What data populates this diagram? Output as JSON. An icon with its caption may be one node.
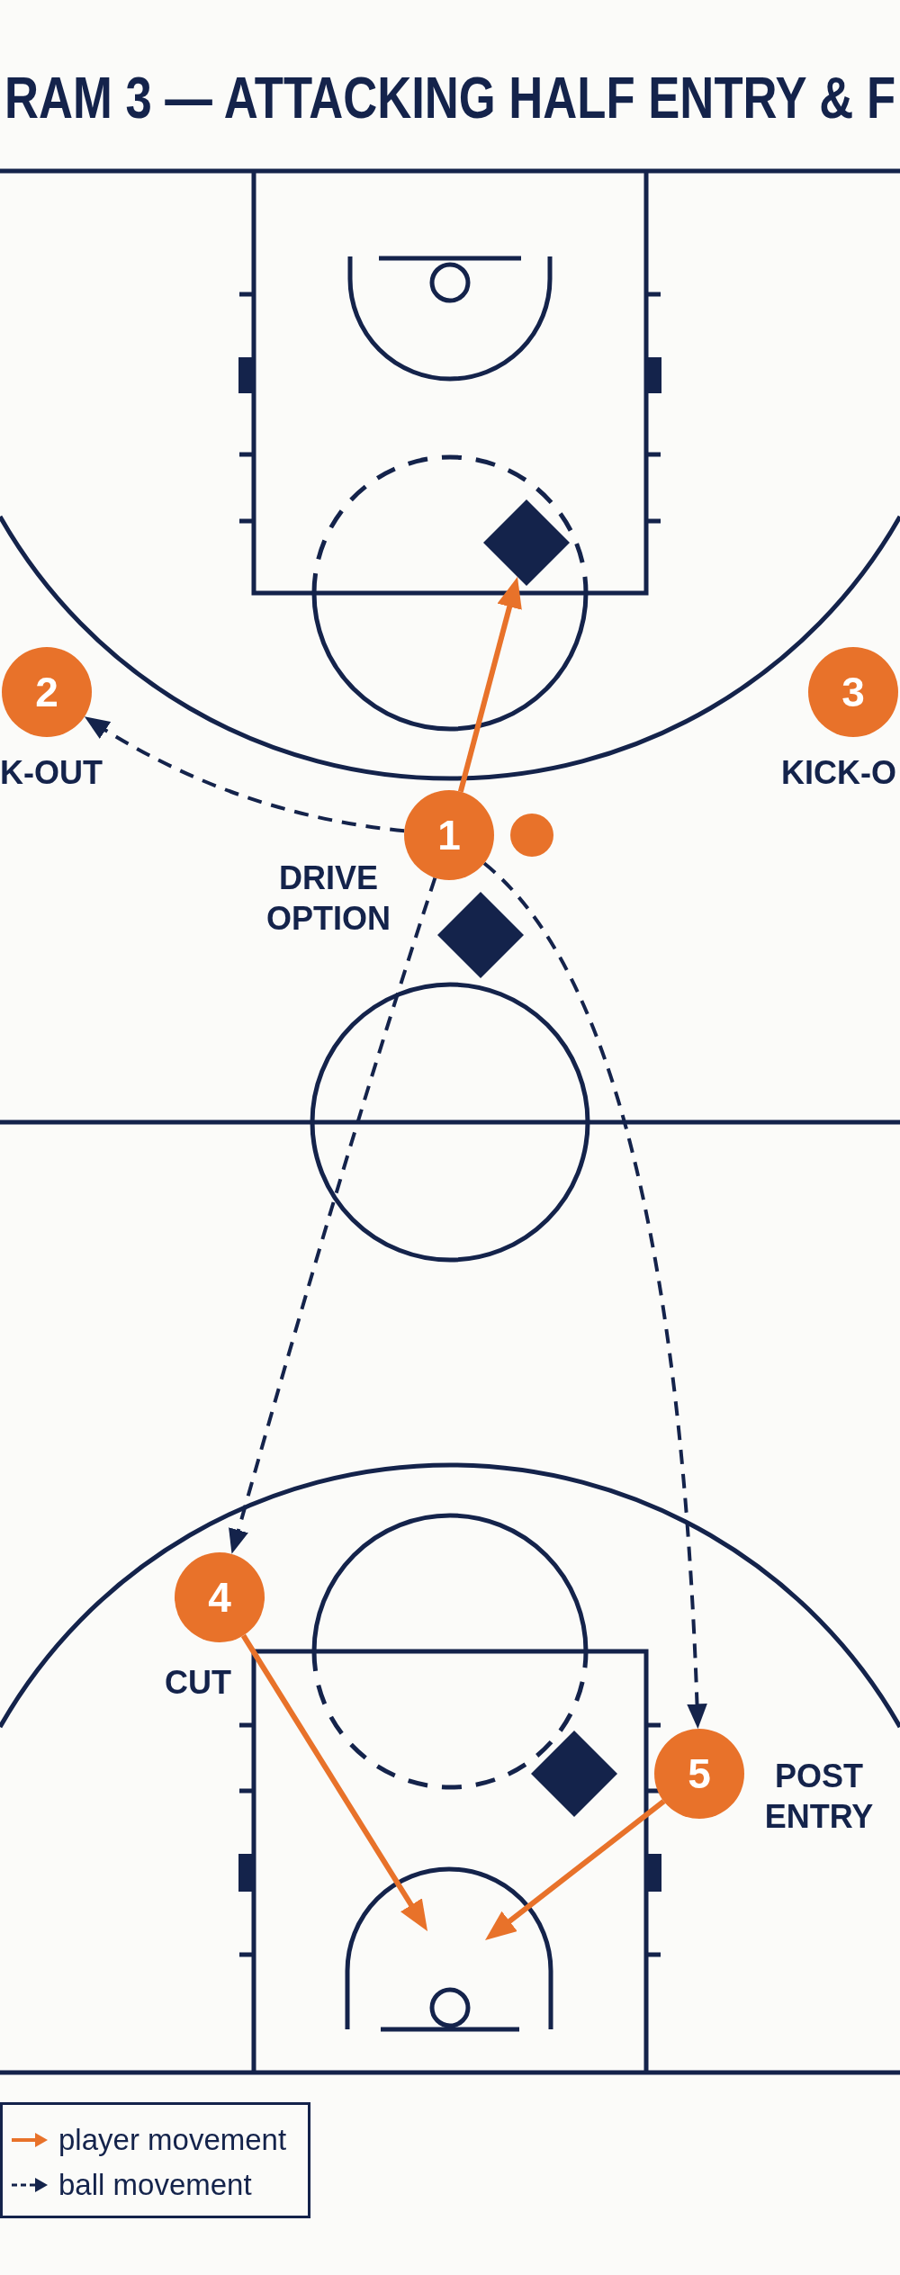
{
  "diagram": {
    "title": "RAM 3 — ATTACKING HALF ENTRY & F",
    "nodes": [
      {
        "text": [],
        "shape": "diamond"
      },
      {
        "text": [
          "2"
        ],
        "beside": [
          "K-OUT"
        ]
      },
      {
        "text": [
          "3"
        ],
        "beside": [
          "KICK-O"
        ]
      },
      {
        "text": [
          "1"
        ],
        "beside": [
          "DRIVE OPTION"
        ]
      },
      {
        "text": [],
        "shape": "circle"
      },
      {
        "text": [],
        "shape": "diamond"
      },
      {
        "text": [
          "4"
        ],
        "beside": [
          "CUT"
        ]
      },
      {
        "text": [],
        "shape": "diamond"
      },
      {
        "text": [
          "5"
        ],
        "beside": [
          "POST ENTRY"
        ]
      }
    ],
    "edges": [
      {
        "from": 3,
        "to": 0,
        "arrow": "to",
        "color": "#e8722a"
      },
      {
        "from": 3,
        "to": 1,
        "arrow": "to",
        "style": "dashed",
        "color": "#14234b"
      },
      {
        "from": 3,
        "to": 6,
        "arrow": "to",
        "style": "dashed",
        "color": "#14234b"
      },
      {
        "from": 3,
        "to": 8,
        "arrow": "to",
        "style": "dashed",
        "color": "#14234b"
      },
      {
        "from": 6,
        "to": null,
        "arrow": "to",
        "color": "#e8722a"
      },
      {
        "from": 8,
        "to": null,
        "arrow": "to",
        "color": "#e8722a"
      }
    ],
    "legend": [
      {
        "text": "player movement"
      },
      {
        "text": "ball movement"
      }
    ]
  }
}
